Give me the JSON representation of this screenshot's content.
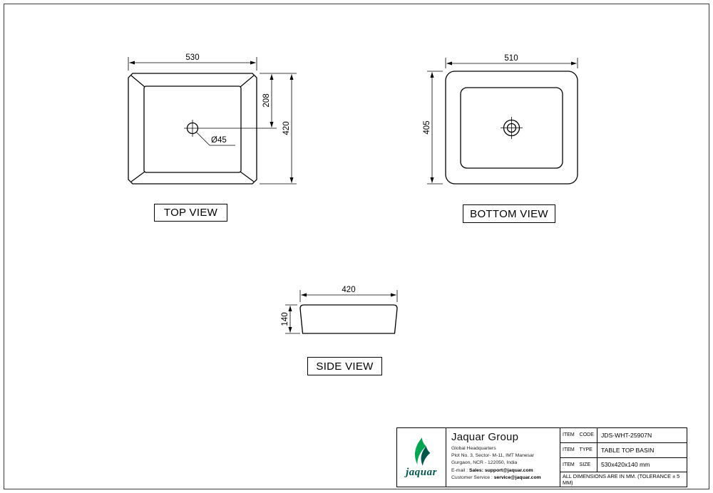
{
  "views": {
    "top": {
      "label": "TOP VIEW",
      "width_dim": "530",
      "height_dim": "420",
      "center_offset_dim": "208",
      "drain_dim": "Ø45"
    },
    "bottom": {
      "label": "BOTTOM VIEW",
      "width_dim": "510",
      "height_dim": "405"
    },
    "side": {
      "label": "SIDE VIEW",
      "width_dim": "420",
      "height_dim": "140"
    }
  },
  "title_block": {
    "logo_word": "jaquar",
    "company": "Jaquar Group",
    "address_line1": "Global Headquarters",
    "address_line2": "Plot No. 3, Sector- M-11, IMT Manesar",
    "address_line3": "Gurgaon, NCR - 122050, India",
    "email_label": "E-mail :",
    "email_value": "Sales: support@jaquar.com",
    "service_label": "Customer Service :",
    "service_value": "service@jaquar.com",
    "items": [
      {
        "label": "ITEM  CODE",
        "value": "JDS-WHT-25907N"
      },
      {
        "label": "ITEM  TYPE",
        "value": "TABLE TOP BASIN"
      },
      {
        "label": "ITEM  SIZE",
        "value": "530x420x140 mm"
      }
    ],
    "footnote": "ALL DIMENSIONS ARE IN MM. (TOLERANCE ± 5 MM)"
  },
  "colors": {
    "line": "#000000",
    "logo_green": "#00a651",
    "logo_dark_green": "#00564a",
    "logo_text": "#00584d"
  }
}
